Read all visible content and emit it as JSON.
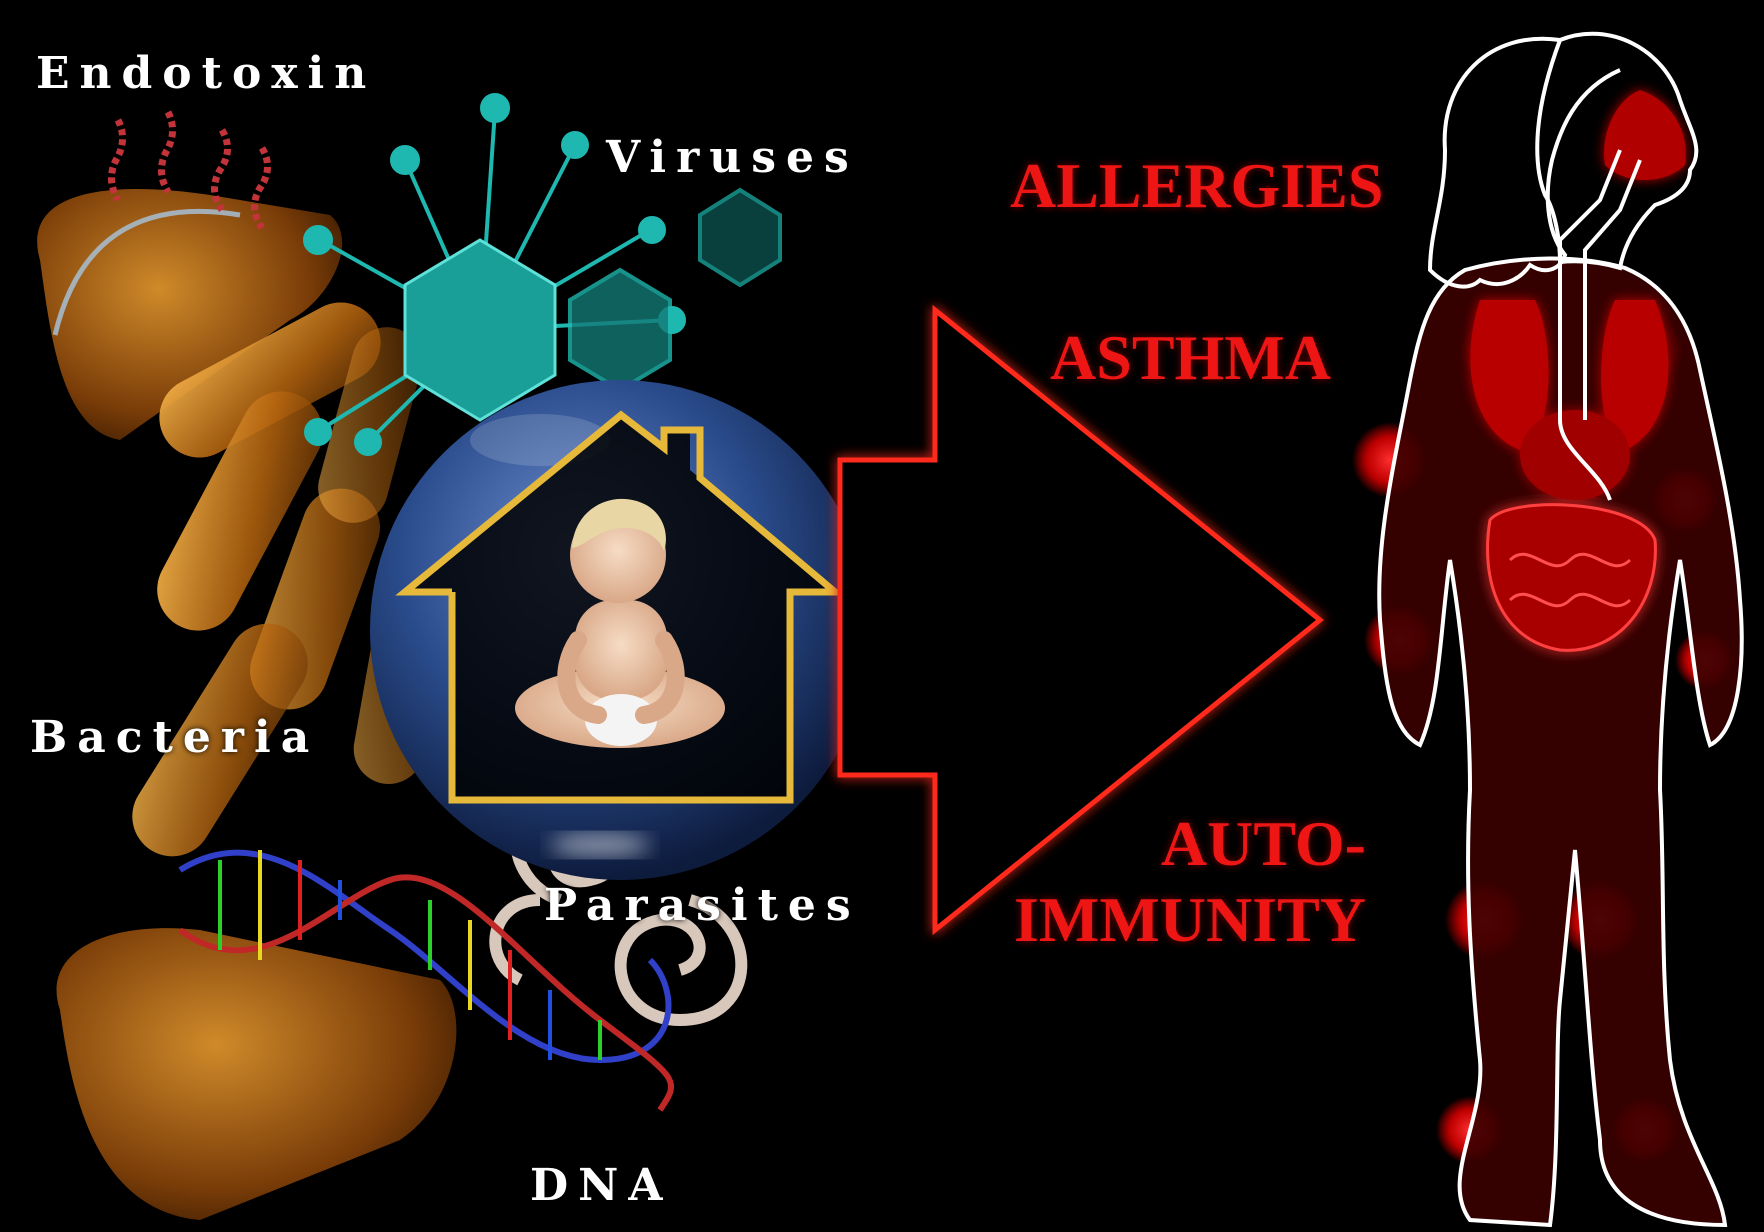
{
  "labels": {
    "endotoxin": "Endotoxin",
    "viruses": "Viruses",
    "bacteria": "Bacteria",
    "parasites": "Parasites",
    "dna": "DNA"
  },
  "outcomes": {
    "allergies": "ALLERGIES",
    "asthma": "ASTHMA",
    "autoimmunity_line1": "AUTO-",
    "autoimmunity_line2": "IMMUNITY"
  },
  "colors": {
    "background": "#000000",
    "bacteria": "#d4861e",
    "virus": "#1fb8b0",
    "house": "#e7b93a",
    "bubble": "#2a4c8c",
    "outcome_text": "#ee1515",
    "body_glow": "#ff1a1a",
    "outline": "#ffffff"
  },
  "icons": {
    "center": "child-in-house-bubble",
    "arrow": "right-arrow-icon",
    "figure": "human-body-silhouette"
  }
}
